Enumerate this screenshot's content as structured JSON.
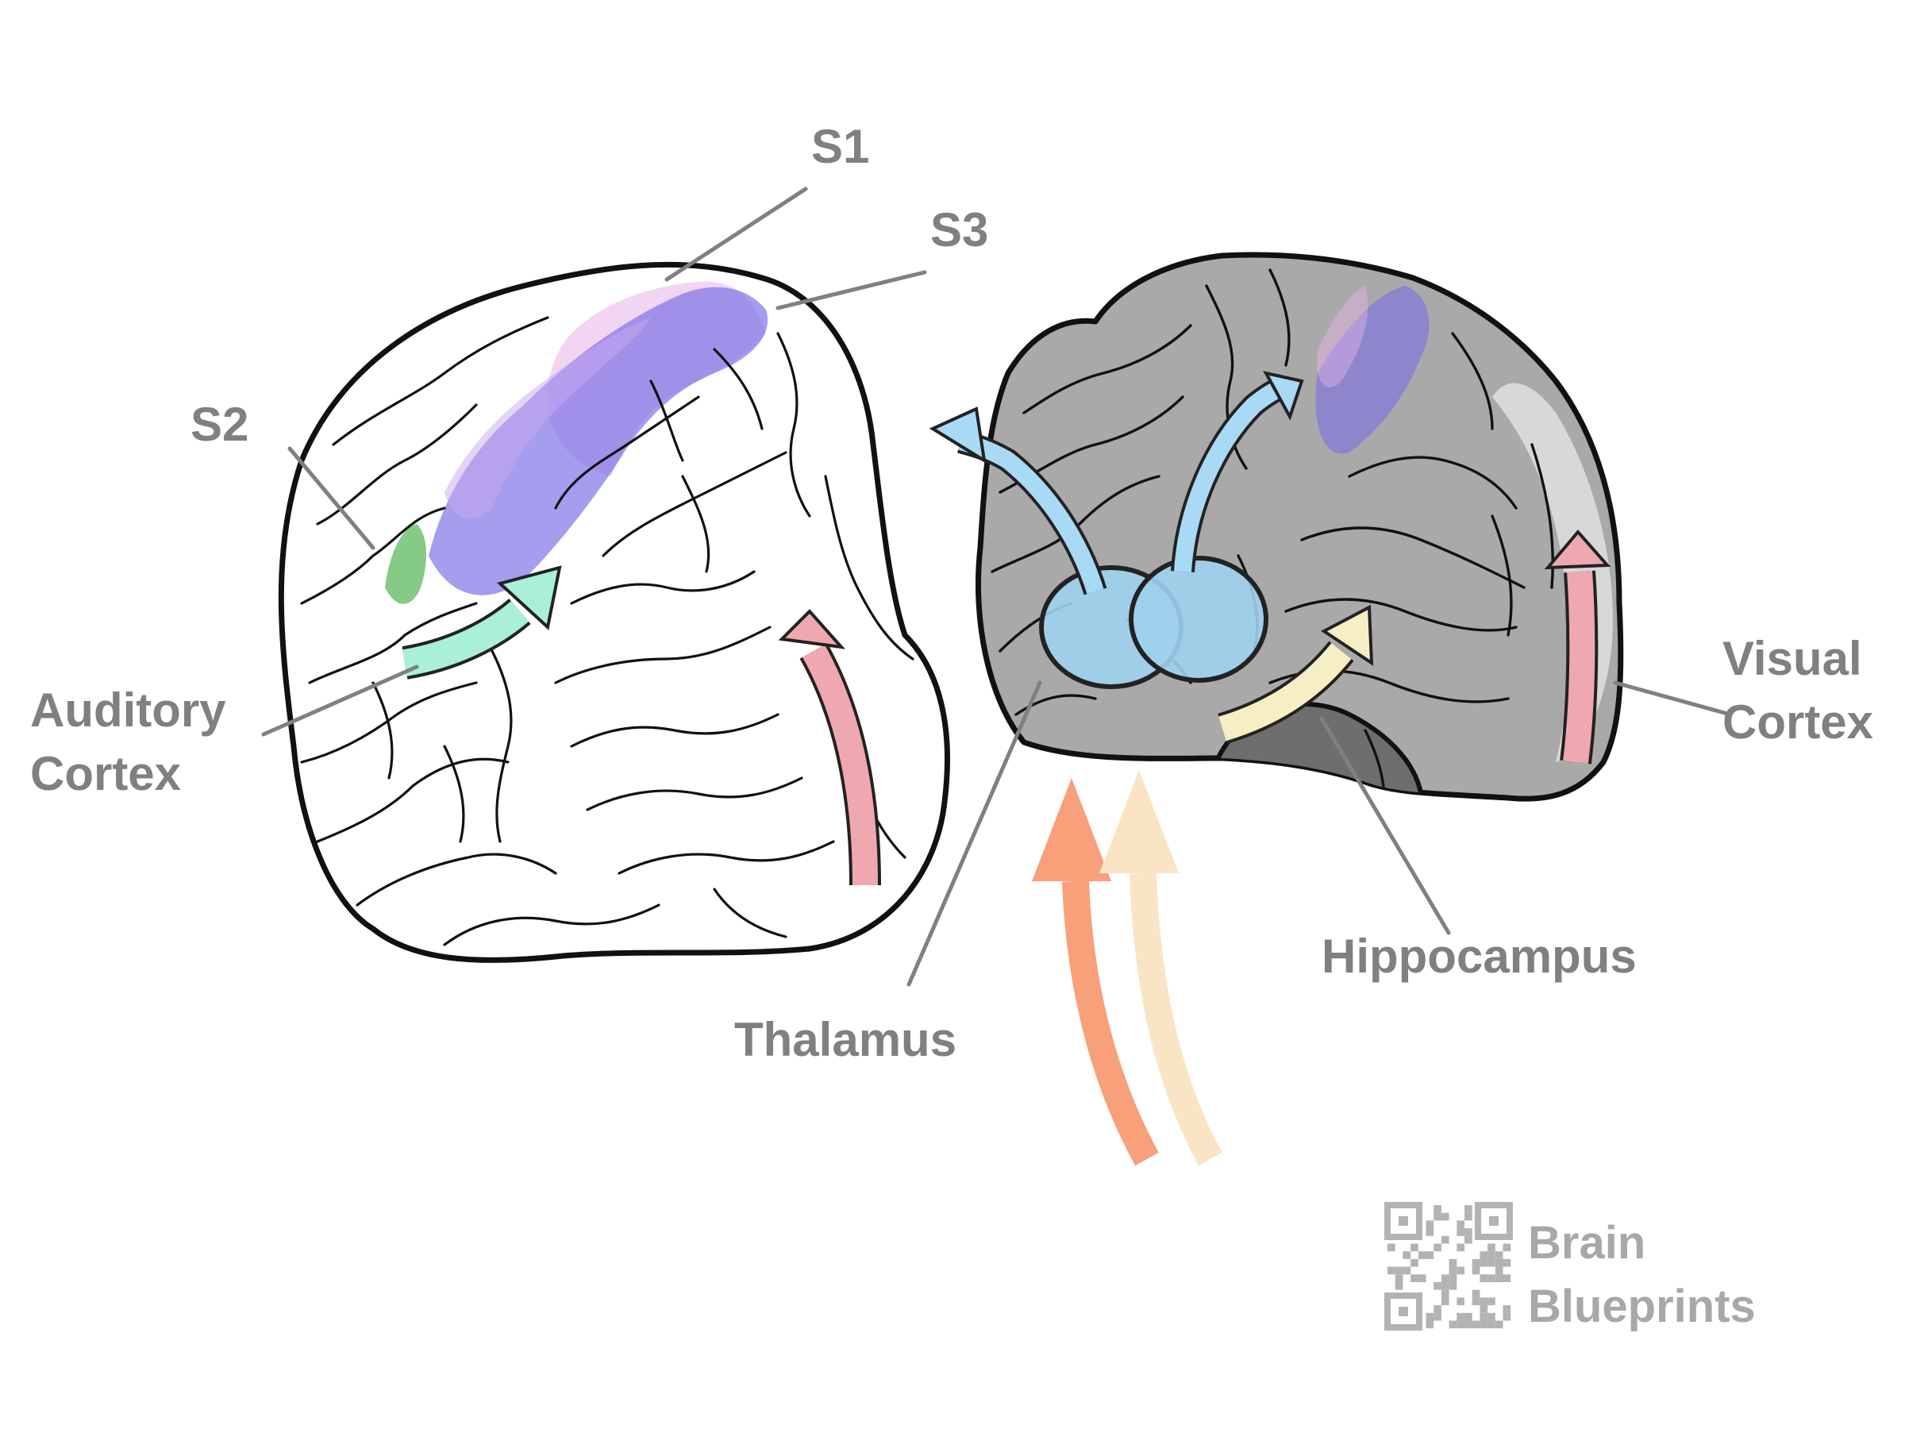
{
  "labels": {
    "s1": "S1",
    "s3": "S3",
    "s2": "S2",
    "auditory_line1": "Auditory",
    "auditory_line2": "Cortex",
    "thalamus": "Thalamus",
    "hippocampus": "Hippocampus",
    "visual_line1": "Visual",
    "visual_line2": "Cortex"
  },
  "brand": {
    "line1": "Brain",
    "line2": "Blueprints"
  },
  "colors": {
    "label_gray": "#808080",
    "somatosensory_purple": "#7b6fe6",
    "somatosensory_pink": "#e6b3e8",
    "s2_green": "#5cb85c",
    "auditory_arrow": "#a9efd9",
    "visual_arrow": "#f0a8b0",
    "thalamus_blue": "#9fd1ef",
    "thalamic_arrow": "#a8daf6",
    "hippocampus_arrow": "#f6efc5",
    "input_orange": "#f7a07a",
    "input_cream": "#f9e5c6",
    "brain_gray": "#a9a9a9",
    "hippocampus_dark": "#6e6e6e"
  }
}
